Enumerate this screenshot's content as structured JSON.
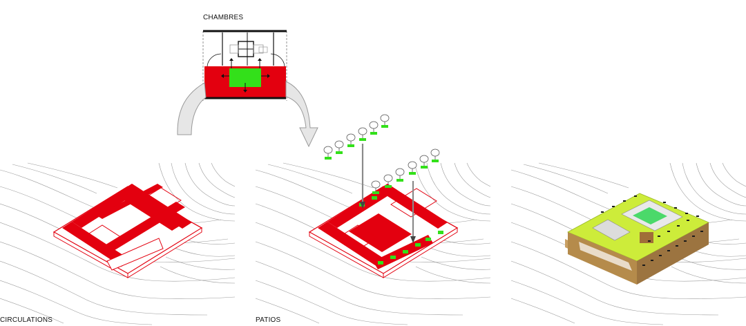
{
  "labels": {
    "chambres": "CHAMBRES",
    "circulations": "CIRCULATIONS",
    "patios": "PATIOS"
  },
  "colors": {
    "circulation_red": "#e3000f",
    "patio_green": "#33e01a",
    "roof_lime": "#cdec3a",
    "facade_wood": "#b58b4b",
    "contour_gray": "#9a9a9a",
    "arrow_gray": "#e6e6e6"
  },
  "icons": [
    "tree-icon",
    "curved-arrow-icon",
    "contour-lines"
  ]
}
